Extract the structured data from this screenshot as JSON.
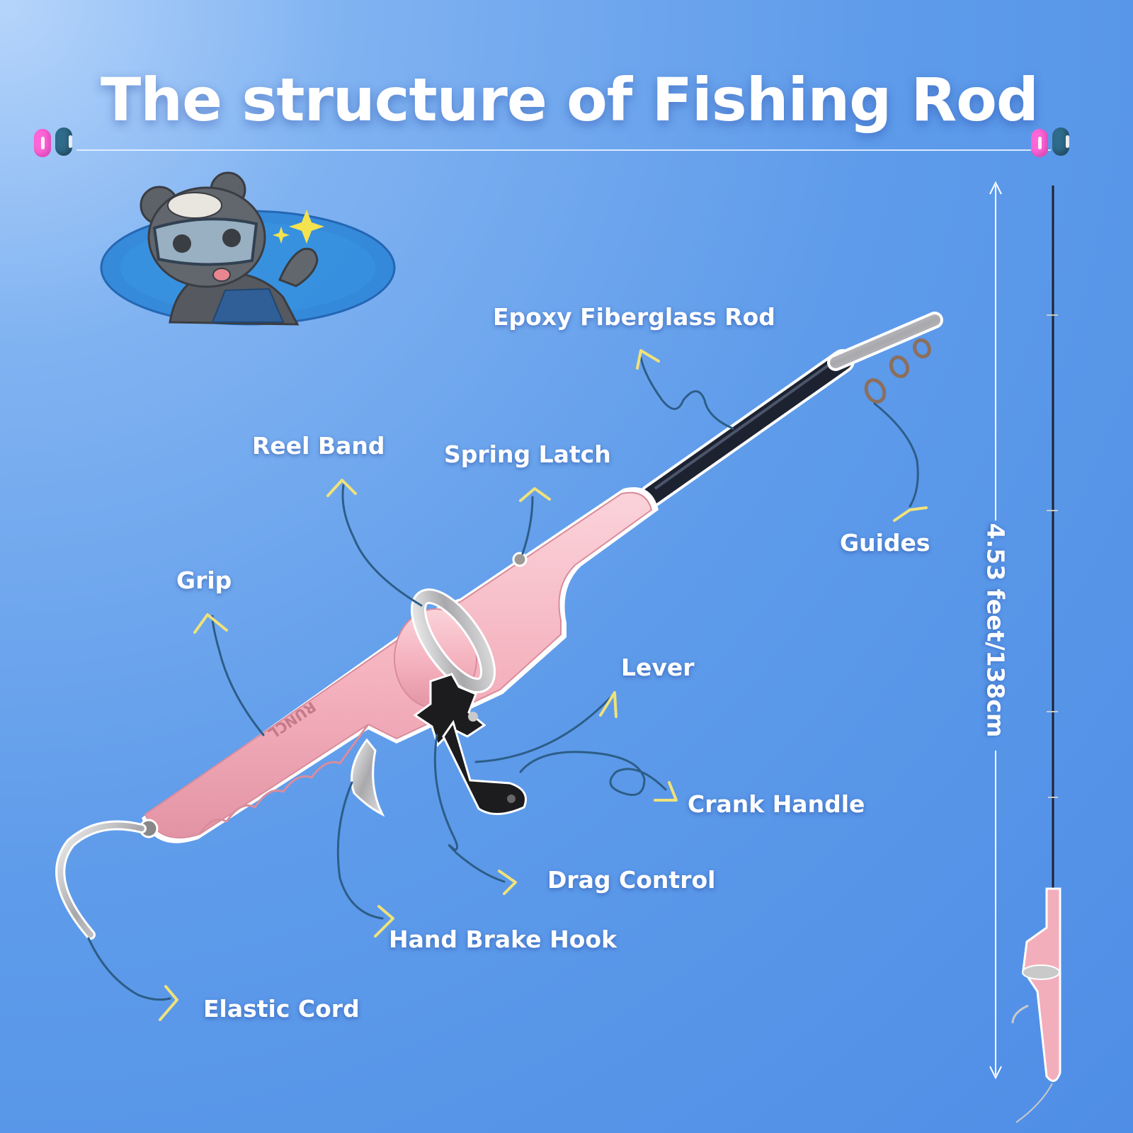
{
  "title": "The structure of Fishing Rod",
  "dimension": "4.53 feet/138cm",
  "brand": "RUNCL",
  "labels": {
    "epoxy": "Epoxy Fiberglass Rod",
    "reel_band": "Reel Band",
    "spring_latch": "Spring Latch",
    "guides": "Guides",
    "grip": "Grip",
    "lever": "Lever",
    "crank_handle": "Crank Handle",
    "drag_control": "Drag Control",
    "hand_brake_hook": "Hand Brake Hook",
    "elastic_cord": "Elastic Cord"
  },
  "colors": {
    "background": "#5e9bea",
    "rod_pink": "#f6b7c2",
    "leader_line": "#2d5d87",
    "arrow_yellow": "#f0e27a",
    "accent_pink": "#ff66d8",
    "accent_teal": "#2f6b8a"
  },
  "icons": [
    "raccoon-mascot-icon",
    "sparkle-icon",
    "fishing-rod-icon",
    "dimension-arrow-icon"
  ]
}
